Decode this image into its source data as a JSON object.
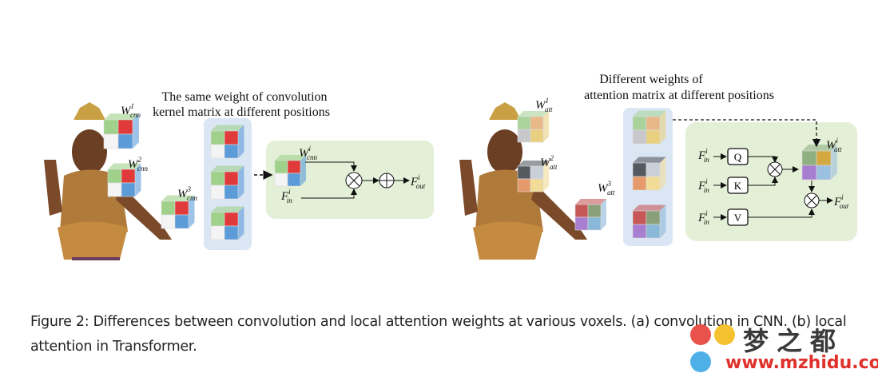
{
  "figure_a": {
    "header_line1": "The same weight of convolution",
    "header_line2": "kernel matrix at different positions",
    "w_label": "W",
    "w_sub": "cnn",
    "w_sups": [
      "1",
      "2",
      "3"
    ],
    "w_i_sup": "i",
    "f_in": {
      "base": "F",
      "sub": "in",
      "sup": "i"
    },
    "f_out": {
      "base": "F",
      "sub": "out",
      "sup": "i"
    }
  },
  "figure_b": {
    "header_line1": "Different weights of",
    "header_line2": "attention matrix at different positions",
    "w_label": "W",
    "w_sub": "att",
    "w_sups": [
      "1",
      "2",
      "3"
    ],
    "w_i_sup": "i",
    "boxes": [
      "Q",
      "K",
      "V"
    ],
    "f_in": {
      "base": "F",
      "sub": "in",
      "sup": "i"
    },
    "f_out": {
      "base": "F",
      "sub": "out",
      "sup": "i"
    }
  },
  "caption": {
    "line1": "Figure 2: Differences between convolution and local attention weights at various voxels. (a) convolution in CNN. (b) local",
    "line2": "attention in Transformer."
  },
  "watermark": {
    "chinese": "梦之都",
    "url": "www.mzhidu.com"
  },
  "colors": {
    "blue_panel": "#dbe6f4",
    "green_panel": "#e3efd6",
    "red": "#e03a3a",
    "green": "#9fd18a",
    "blue": "#5b9bd8",
    "watermark_red": "#e0312b"
  }
}
